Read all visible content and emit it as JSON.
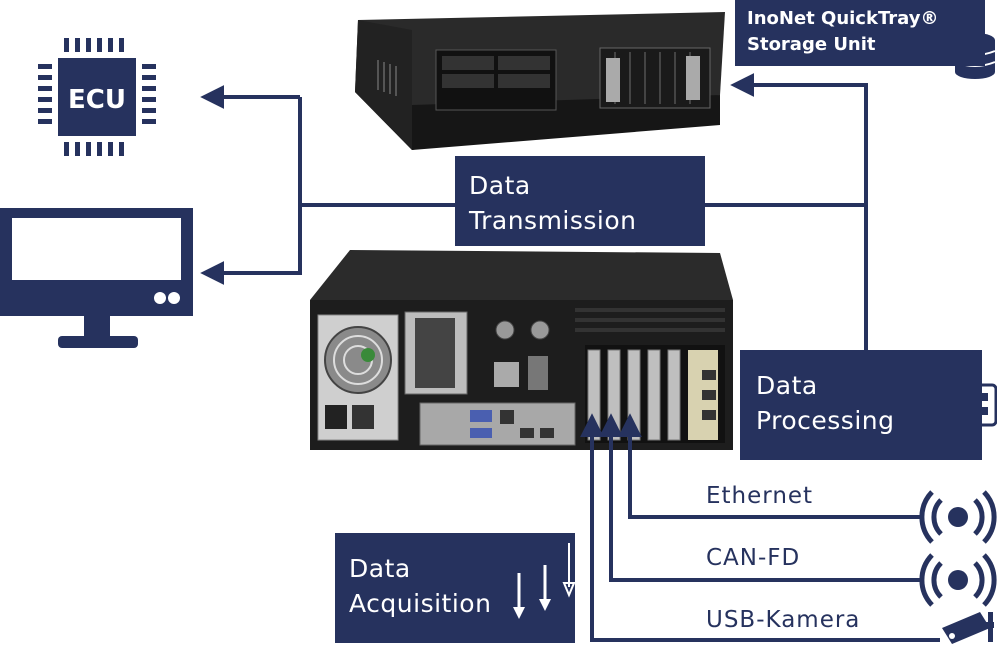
{
  "storage": {
    "title_line1": "InoNet QuickTray®",
    "title_line2": "Storage Unit"
  },
  "ecu": {
    "label": "ECU"
  },
  "boxes": {
    "transmission": {
      "line1": "Data",
      "line2": "Transmission"
    },
    "processing": {
      "line1": "Data",
      "line2": "Processing"
    },
    "acquisition": {
      "line1": "Data",
      "line2": "Acquisition"
    }
  },
  "connections": [
    {
      "label": "Ethernet"
    },
    {
      "label": "CAN-FD"
    },
    {
      "label": "USB-Kamera"
    }
  ],
  "colors": {
    "navy": "#26325e",
    "white": "#ffffff",
    "hardware": "#1e1e1e"
  },
  "icons": [
    "ecu-chip-icon",
    "monitor-icon",
    "database-icon",
    "gpu-card-icon",
    "wireless-sensor-icon",
    "security-camera-icon",
    "arrow-down-icon"
  ]
}
